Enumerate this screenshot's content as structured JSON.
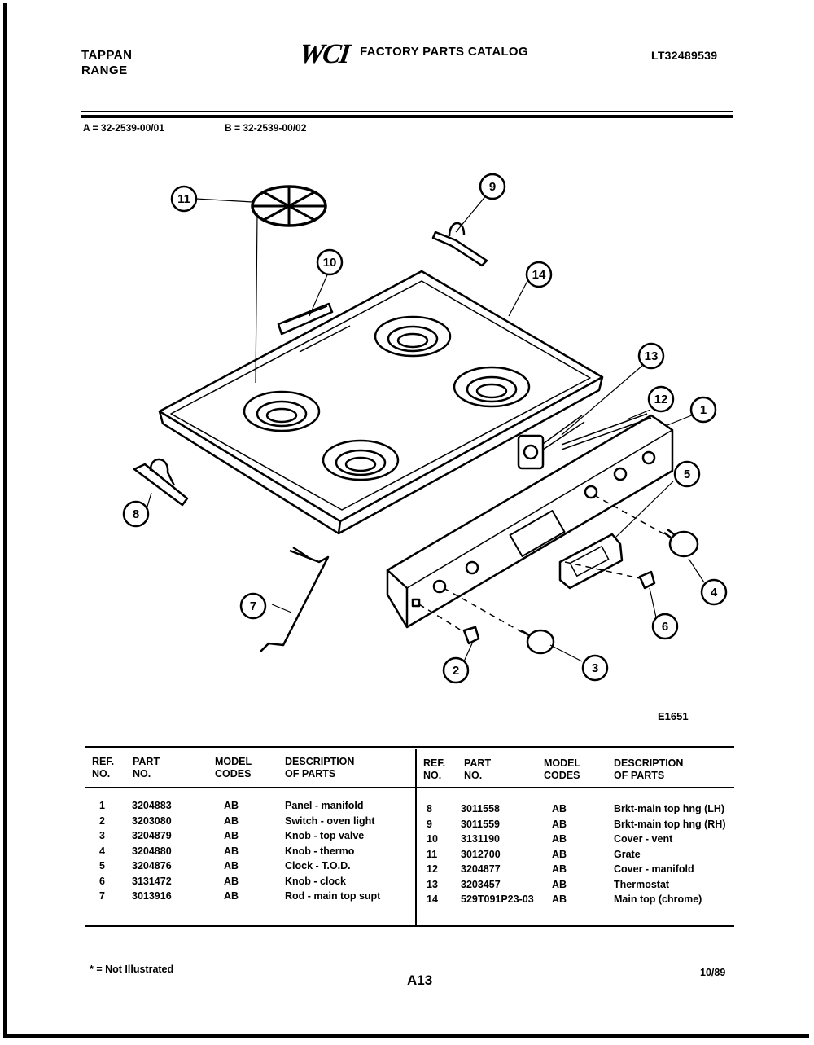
{
  "header": {
    "brand_line1": "TAPPAN",
    "brand_line2": "RANGE",
    "logo_text": "WCI",
    "catalog_title": "FACTORY PARTS CATALOG",
    "model_code": "LT32489539"
  },
  "models": {
    "a": "A = 32-2539-00/01",
    "b": "B = 32-2539-00/02"
  },
  "diagram": {
    "figure_id": "E1651",
    "callouts": [
      "1",
      "2",
      "3",
      "4",
      "5",
      "6",
      "7",
      "8",
      "9",
      "10",
      "11",
      "12",
      "13",
      "14"
    ]
  },
  "parts_table": {
    "headers": {
      "ref_line1": "REF.",
      "ref_line2": "NO.",
      "part_line1": "PART",
      "part_line2": "NO.",
      "model_line1": "MODEL",
      "model_line2": "CODES",
      "desc_line1": "DESCRIPTION",
      "desc_line2": "OF PARTS"
    },
    "left": [
      {
        "ref": "1",
        "part": "3204883",
        "codes": "AB",
        "desc": "Panel - manifold"
      },
      {
        "ref": "2",
        "part": "3203080",
        "codes": "AB",
        "desc": "Switch - oven light"
      },
      {
        "ref": "3",
        "part": "3204879",
        "codes": "AB",
        "desc": "Knob - top valve"
      },
      {
        "ref": "4",
        "part": "3204880",
        "codes": "AB",
        "desc": "Knob - thermo"
      },
      {
        "ref": "5",
        "part": "3204876",
        "codes": "AB",
        "desc": "Clock - T.O.D."
      },
      {
        "ref": "6",
        "part": "3131472",
        "codes": "AB",
        "desc": "Knob - clock"
      },
      {
        "ref": "7",
        "part": "3013916",
        "codes": "AB",
        "desc": "Rod - main top supt"
      }
    ],
    "right": [
      {
        "ref": "8",
        "part": "3011558",
        "codes": "AB",
        "desc": "Brkt-main top hng (LH)"
      },
      {
        "ref": "9",
        "part": "3011559",
        "codes": "AB",
        "desc": "Brkt-main top hng (RH)"
      },
      {
        "ref": "10",
        "part": "3131190",
        "codes": "AB",
        "desc": "Cover - vent"
      },
      {
        "ref": "11",
        "part": "3012700",
        "codes": "AB",
        "desc": "Grate"
      },
      {
        "ref": "12",
        "part": "3204877",
        "codes": "AB",
        "desc": "Cover - manifold"
      },
      {
        "ref": "13",
        "part": "3203457",
        "codes": "AB",
        "desc": "Thermostat"
      },
      {
        "ref": "14",
        "part": "529T091P23-03",
        "codes": "AB",
        "desc": "Main top (chrome)"
      }
    ]
  },
  "footer": {
    "note": "* = Not Illustrated",
    "page": "A13",
    "date": "10/89"
  }
}
